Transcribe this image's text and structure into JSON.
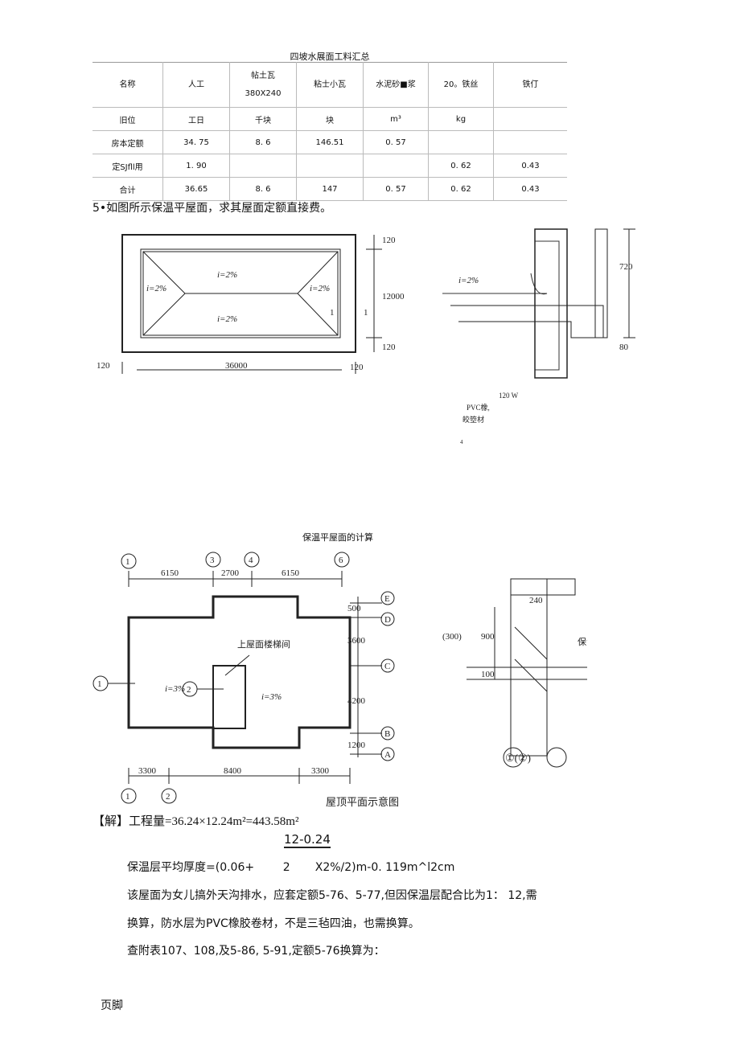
{
  "table": {
    "title": "四坡水展面工料汇总",
    "header": [
      "名称",
      "人工",
      "帖土瓦",
      "粘士小瓦",
      "水泥砂■浆",
      "20。铁丝",
      "铁仃"
    ],
    "header_sub": "380X240",
    "rows": [
      [
        "旧位",
        "工日",
        "千块",
        "块",
        "m³",
        "kg",
        ""
      ],
      [
        "房本定额",
        "34. 75",
        "8. 6",
        "146.51",
        "0. 57",
        "",
        ""
      ],
      [
        "定SJfll用",
        "1. 90",
        "",
        "",
        "",
        "0. 62",
        "0.43"
      ],
      [
        "合计",
        "36.65",
        "8. 6",
        "147",
        "0. 57",
        "0. 62",
        "0.43"
      ]
    ]
  },
  "question": "5•如图所示保温平屋面，求其屋面定额直接费。",
  "fig1": {
    "dims": [
      "120",
      "12000",
      "120",
      "120",
      "36000",
      "120"
    ],
    "slopes": [
      "i=2%",
      "i=2%",
      "i=2%",
      "i=2%"
    ],
    "marks": [
      "1",
      "1"
    ]
  },
  "fig2": {
    "dims": [
      "720",
      "80"
    ],
    "slope": "i=2%",
    "note1": "120 W",
    "note2": "PVC橡,",
    "note3": "皎箜材",
    "note4": "4"
  },
  "caption": "保温平屋面的计算",
  "fig3": {
    "axes_top": [
      "1",
      "3",
      "4",
      "6"
    ],
    "dims_top": [
      "6150",
      "2700",
      "6150"
    ],
    "axes_right": [
      "E",
      "D",
      "C",
      "B",
      "A"
    ],
    "dims_right": [
      "500",
      "3600",
      "4200",
      "1200"
    ],
    "dims_bottom": [
      "3300",
      "8400",
      "3300"
    ],
    "axes_bottom": [
      "1",
      "2"
    ],
    "stair": "上屋面楼梯间",
    "slope1": "i=3%",
    "slope2": "i=3%",
    "sec1": "1",
    "sec2": "2",
    "title": "屋顶平面示意图"
  },
  "fig4": {
    "dims": [
      "240",
      "900",
      "(300)",
      "100"
    ],
    "label": "保温层",
    "ref": "①(②)"
  },
  "solution": {
    "line1": "【解】工程量=36.24×12.24m²=443.58m²",
    "fraction": "12-0.24",
    "line2": "保温层平均厚度=(0.06+        2       X2%/2)m-0. 119m^l2cm",
    "line3": "该屋面为女儿搞外天沟排水，应套定额5-76、5-77,但因保温层配合比为1：  12,需",
    "line4": "换算，防水层为PVC橡胶卷材，不是三毡四油，也需换算。",
    "line5": "查附表107、108,及5-86, 5-91,定额5-76换算为："
  },
  "footer": "页脚"
}
